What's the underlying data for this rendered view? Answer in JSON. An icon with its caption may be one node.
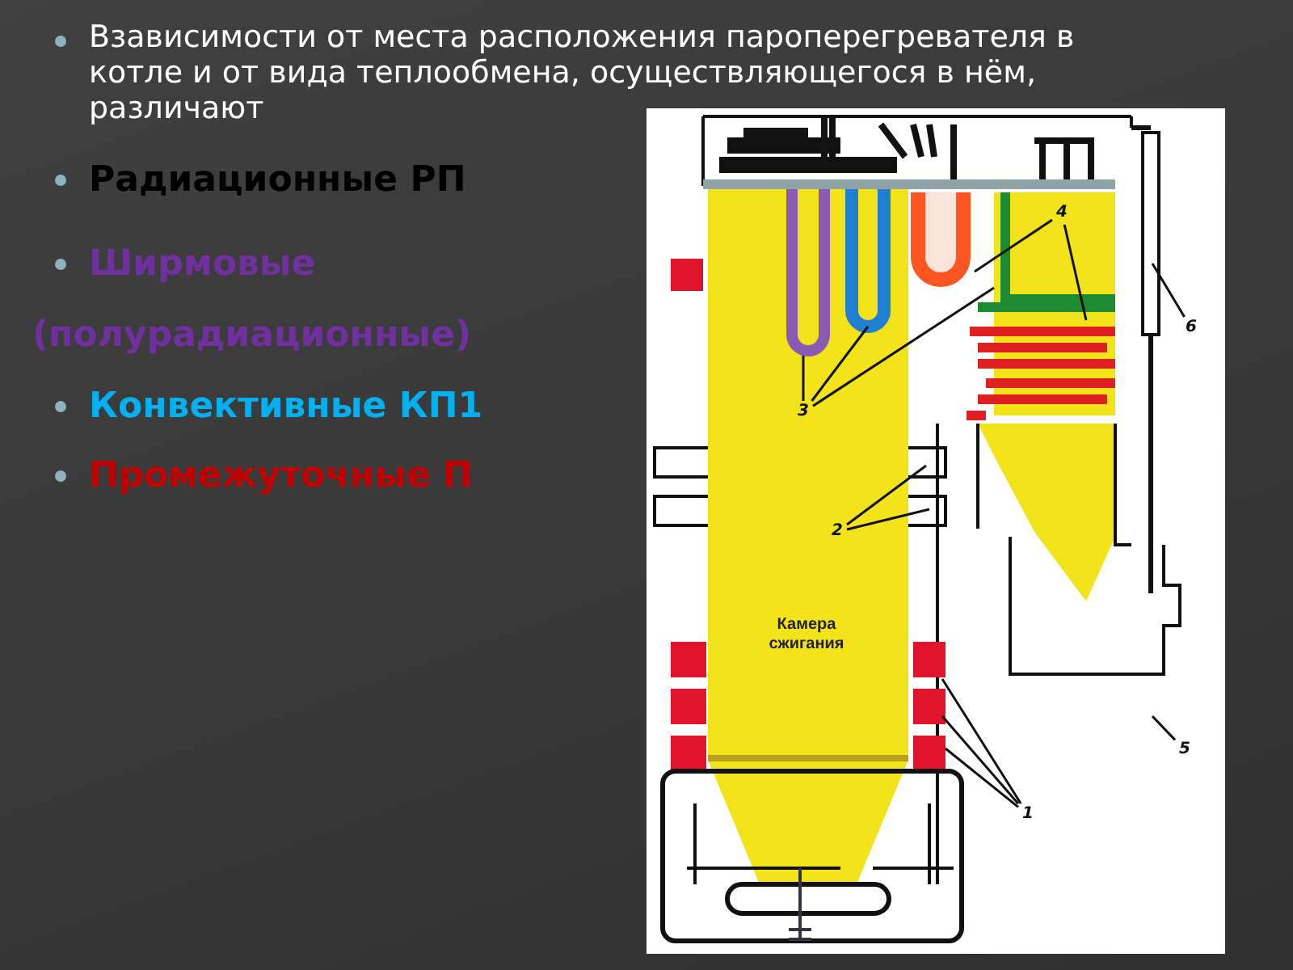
{
  "diagram": {
    "nodes": [
      {
        "text": [
          "4"
        ]
      },
      {
        "text": [
          "6"
        ]
      },
      {
        "text": [
          "3"
        ]
      },
      {
        "text": [
          "2"
        ]
      },
      {
        "text": [
          "5"
        ]
      },
      {
        "text": [
          "1"
        ]
      }
    ],
    "edges": [
      {
        "from": 0,
        "to": null,
        "arrow": "none"
      },
      {
        "from": 0,
        "to": null,
        "arrow": "none"
      },
      {
        "from": 1,
        "to": null,
        "arrow": "none"
      },
      {
        "from": 2,
        "to": null,
        "arrow": "none"
      },
      {
        "from": 2,
        "to": null,
        "arrow": "none"
      },
      {
        "from": 2,
        "to": null,
        "arrow": "none"
      },
      {
        "from": 3,
        "to": null,
        "arrow": "none"
      },
      {
        "from": 3,
        "to": null,
        "arrow": "none"
      },
      {
        "from": 4,
        "to": null,
        "arrow": "none"
      },
      {
        "from": 5,
        "to": null,
        "arrow": "none"
      },
      {
        "from": 5,
        "to": null,
        "arrow": "none"
      },
      {
        "from": 5,
        "to": null,
        "arrow": "none"
      }
    ],
    "labels": [
      "Взависимости от места расположения пароперегревателя в котле и от вида теплообмена, осуществляющегося в нём, различают",
      "Радиационные РП",
      "Ширмовые (полурадиационные)",
      "Конвективные КП1",
      "Промежуточные П",
      "Камера сжигания"
    ]
  }
}
